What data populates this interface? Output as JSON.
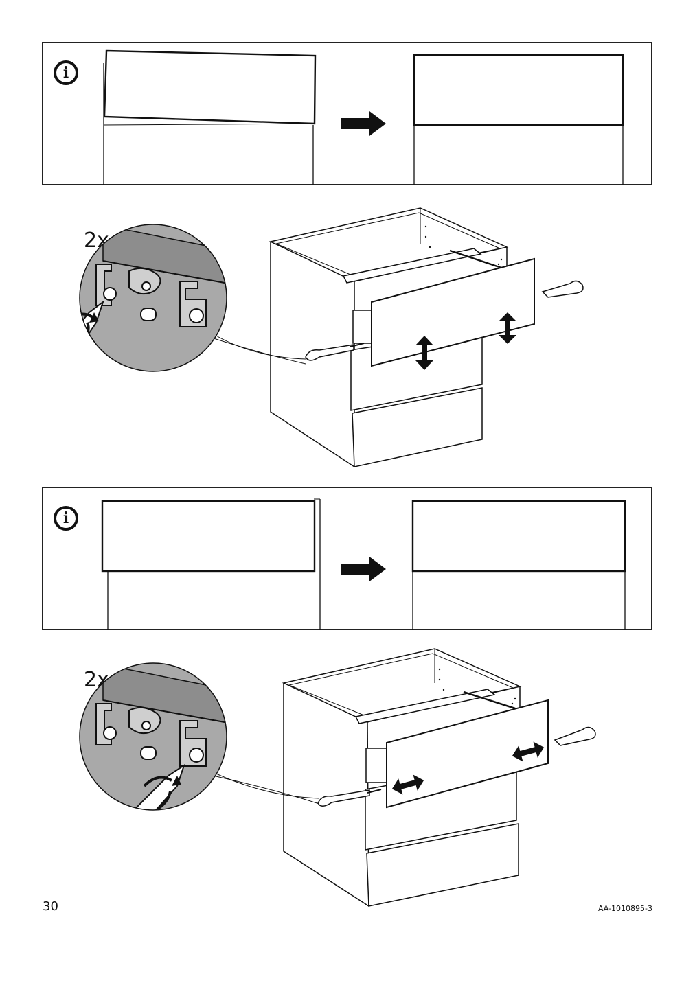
{
  "steps": [
    {
      "info_icon": "info-icon",
      "count_label": "2x",
      "adjustment_arrows": "vertical-double-arrow-icon"
    },
    {
      "info_icon": "info-icon",
      "count_label": "2x",
      "adjustment_arrows": "horizontal-double-arrow-icon"
    }
  ],
  "footer": {
    "page_number": "30",
    "document_id": "AA-1010895-3"
  },
  "colors": {
    "line": "#111111",
    "zoom_fill": "#a9a9a9",
    "zoom_band": "#8d8d8d",
    "paper": "#ffffff"
  }
}
